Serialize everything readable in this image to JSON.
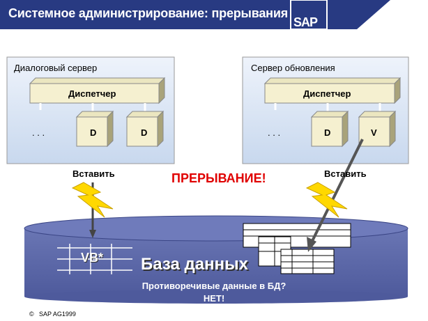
{
  "header": {
    "title": "Системное администрирование: прерывания",
    "logo": "SAP"
  },
  "dialog_server": {
    "title": "Диалоговый сервер",
    "dispatcher": "Диспетчер",
    "ellipsis": ". . .",
    "processes": [
      "D",
      "D"
    ],
    "action": "Вставить"
  },
  "update_server": {
    "title": "Сервер обновления",
    "dispatcher": "Диспетчер",
    "ellipsis": ". . .",
    "processes": [
      "D",
      "V"
    ],
    "action": "Вставить"
  },
  "interrupt_label": "ПРЕРЫВАНИЕ!",
  "database": {
    "title": "База данных",
    "vb_label": "VB*",
    "question": "Противоречивые данные в БД?",
    "answer": "НЕТ!"
  },
  "footer": {
    "copyright_icon": "copyright-icon",
    "text": "SAP AG1999"
  },
  "colors": {
    "header": "#283a82",
    "database": "#5c68a8",
    "alert": "#e00000",
    "lightning": "#ffd800"
  }
}
